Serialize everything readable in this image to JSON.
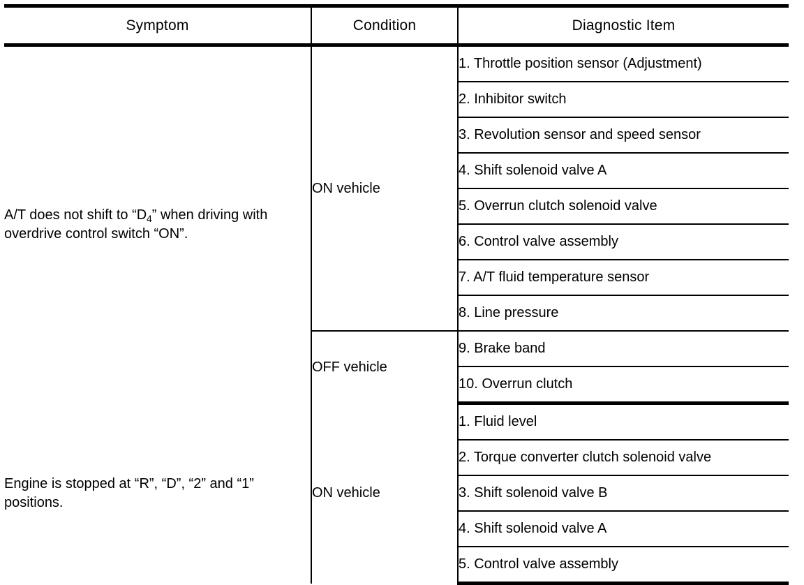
{
  "table": {
    "headers": {
      "symptom": "Symptom",
      "condition": "Condition",
      "diagnostic_item": "Diagnostic Item"
    },
    "sections": [
      {
        "symptom_prefix": "A/T does not shift to “D",
        "symptom_sub": "4",
        "symptom_suffix": "” when driving with overdrive control switch “ON”.",
        "symptom_plain": "A/T does not shift to “D4” when driving with overdrive control switch “ON”.",
        "groups": [
          {
            "condition": "ON vehicle",
            "items": [
              "1. Throttle position sensor (Adjustment)",
              "2. Inhibitor switch",
              "3. Revolution sensor and speed sensor",
              "4. Shift solenoid valve A",
              "5. Overrun clutch solenoid valve",
              "6. Control valve assembly",
              "7. A/T fluid temperature sensor",
              "8. Line pressure"
            ]
          },
          {
            "condition": "OFF vehicle",
            "items": [
              "9. Brake band",
              "10. Overrun clutch"
            ]
          }
        ]
      },
      {
        "symptom_plain": "Engine is stopped at “R”, “D”, “2” and “1” positions.",
        "groups": [
          {
            "condition": "ON vehicle",
            "items": [
              "1. Fluid level",
              "2. Torque converter clutch solenoid valve",
              "3. Shift solenoid valve B",
              "4. Shift solenoid valve A",
              "5. Control valve assembly"
            ]
          }
        ]
      }
    ]
  },
  "colors": {
    "rule": "#000000",
    "text": "#000000",
    "background": "#ffffff"
  }
}
